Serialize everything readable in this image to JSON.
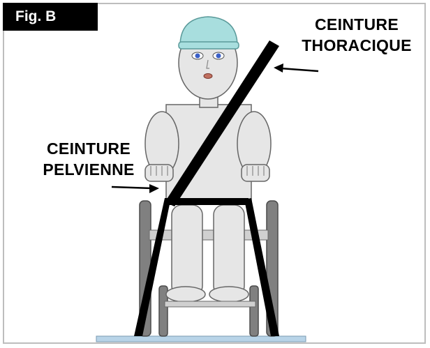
{
  "figure": {
    "tag": "Fig. B",
    "labels": {
      "thoracic_line1": "CEINTURE",
      "thoracic_line2": "THORACIQUE",
      "pelvic_line1": "CEINTURE",
      "pelvic_line2": "PELVIENNE"
    }
  },
  "colors": {
    "cap": "#a8dede",
    "body": "#e6e6e6",
    "outline": "#666666",
    "wheel": "#808080",
    "belt": "#000000",
    "floor": "#b8d4e8"
  }
}
